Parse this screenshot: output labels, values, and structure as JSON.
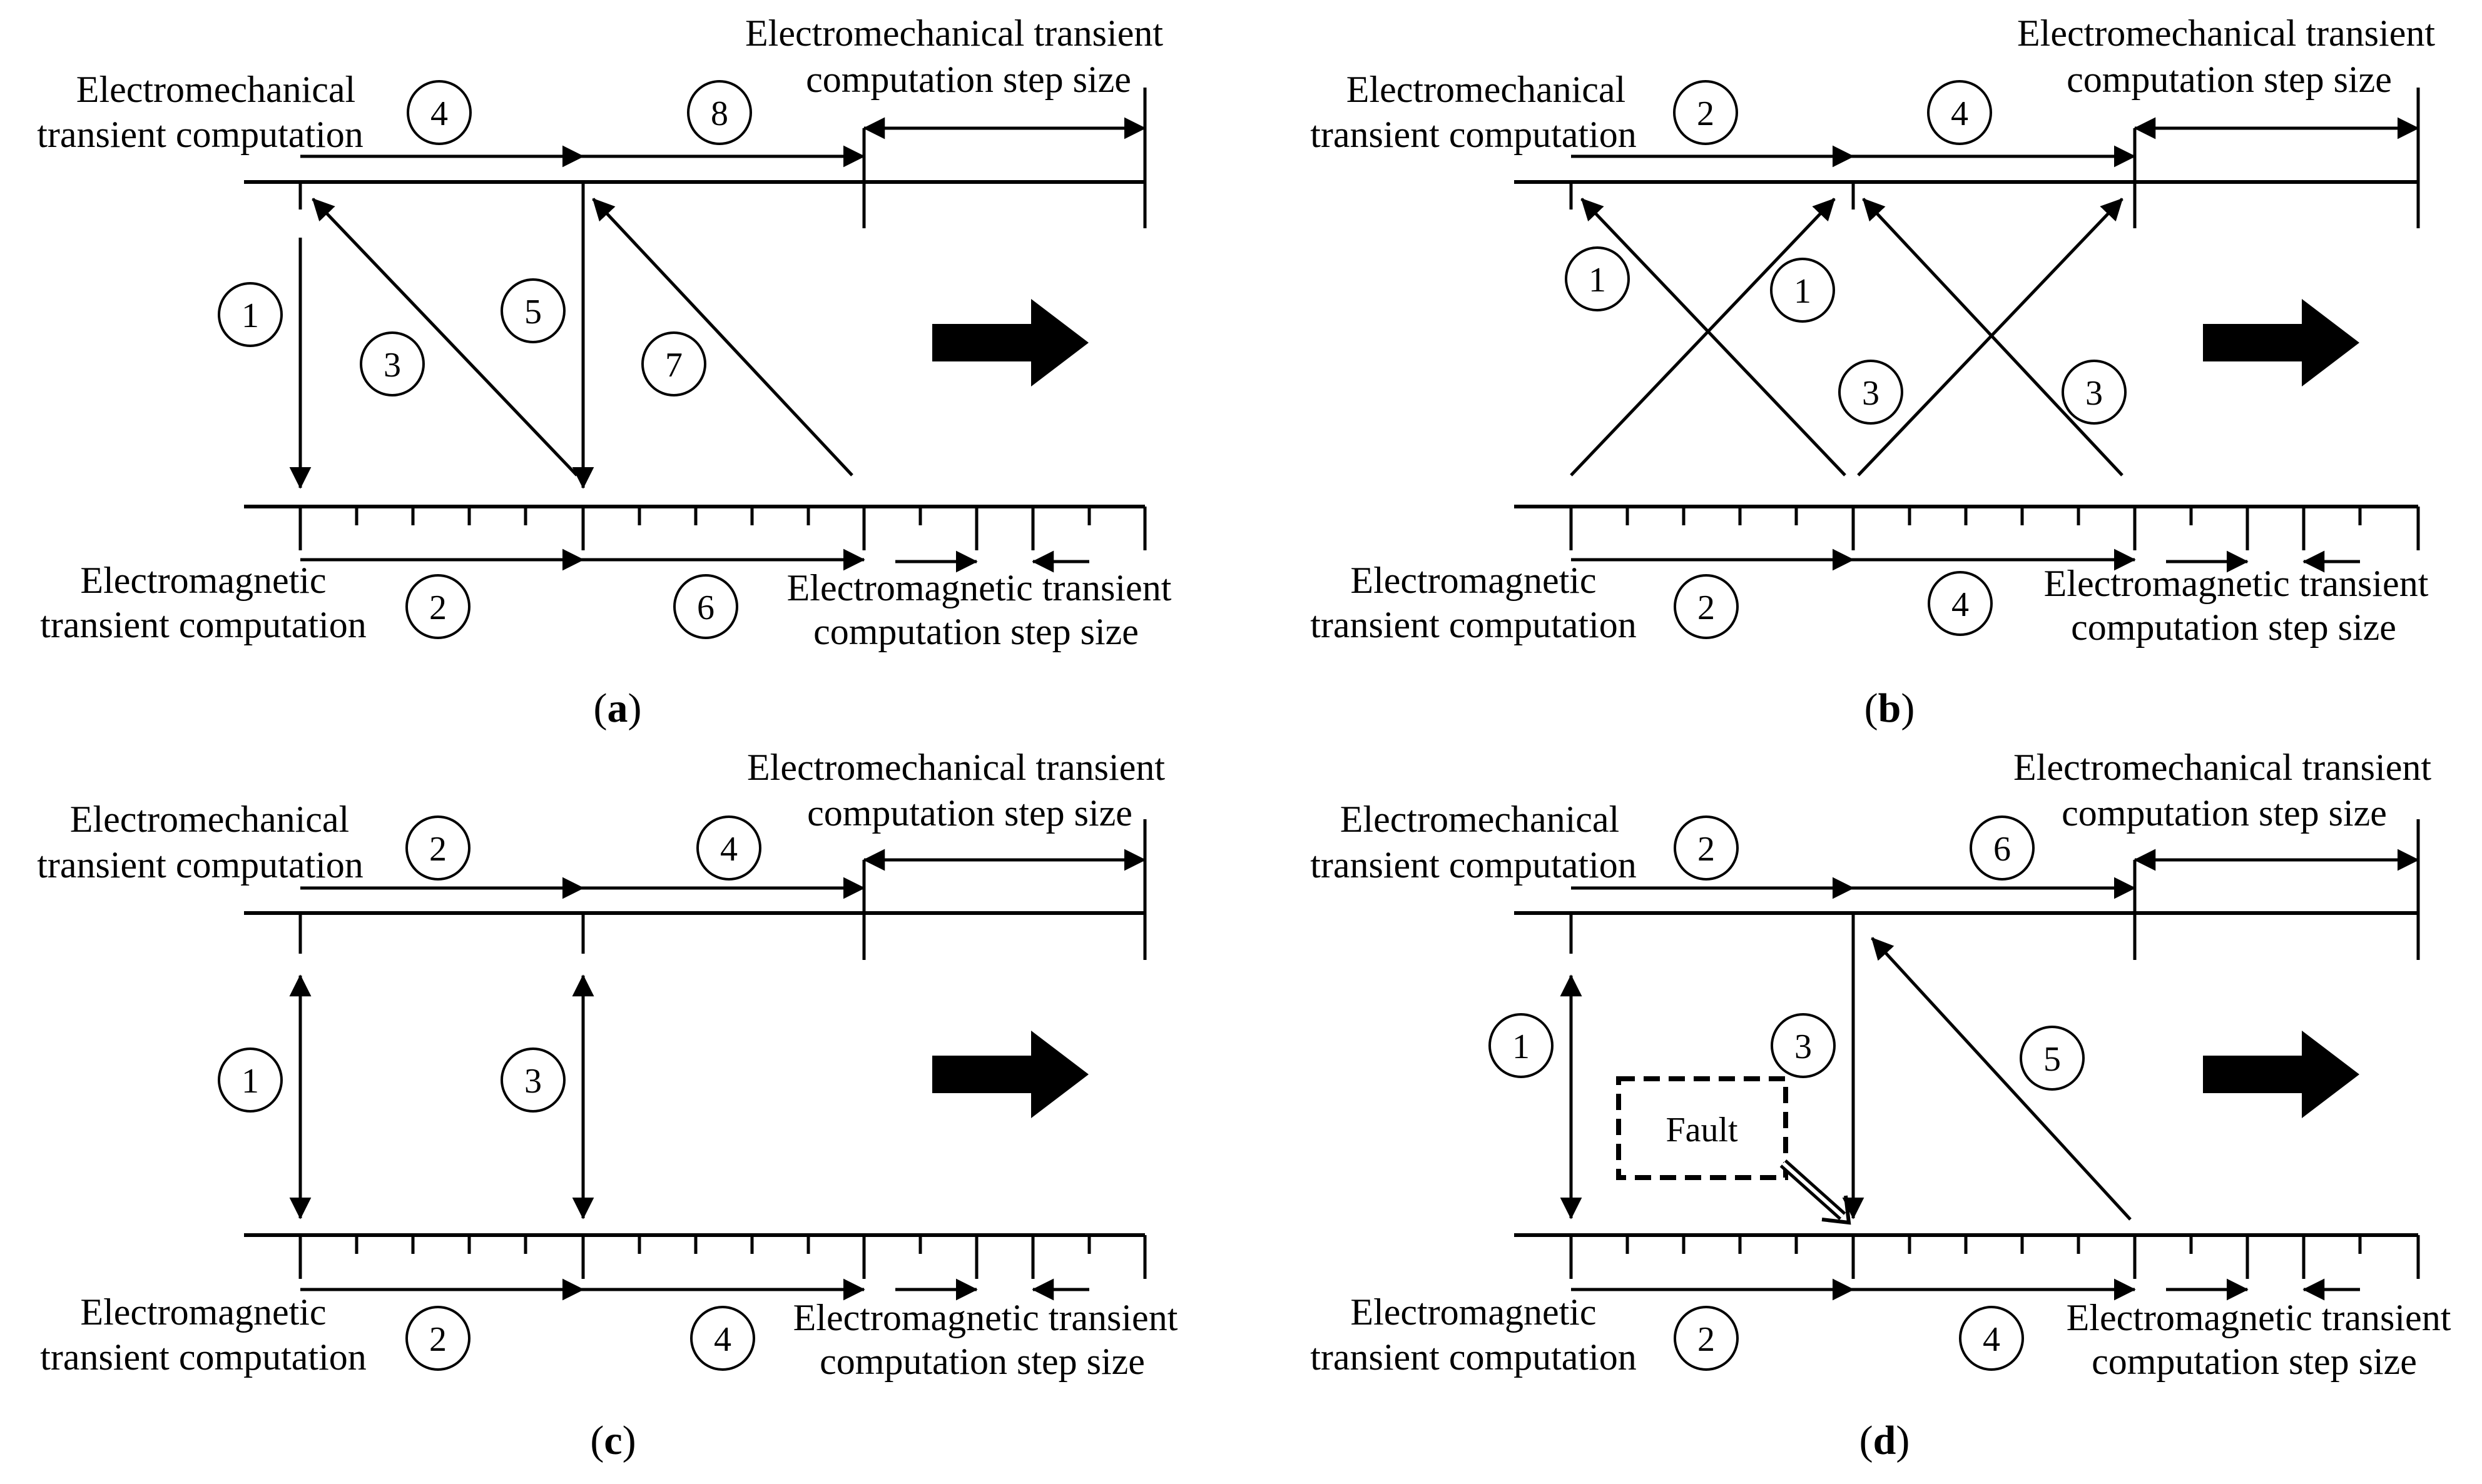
{
  "labels": {
    "em_top_1": "Electromechanical",
    "em_top_2": "transient computation",
    "em_step_1": "Electromechanical transient",
    "em_step_2": "computation step size",
    "emag_bot_1": "Electromagnetic",
    "emag_bot_2": "transient computation",
    "emag_step_1": "Electromagnetic transient",
    "emag_step_2": "computation step size",
    "fault": "Fault"
  },
  "panels": [
    {
      "id": "a",
      "caption_letter": "a",
      "steps": {
        "s1": "1",
        "s2": "2",
        "s3": "3",
        "s4": "4",
        "s5": "5",
        "s6": "6",
        "s7": "7",
        "s8": "8"
      }
    },
    {
      "id": "b",
      "caption_letter": "b",
      "steps": {
        "t2": "2",
        "t4": "4",
        "c1a": "1",
        "c1b": "1",
        "c3a": "3",
        "c3b": "3",
        "b2": "2",
        "b4": "4"
      }
    },
    {
      "id": "c",
      "caption_letter": "c",
      "steps": {
        "t2": "2",
        "t4": "4",
        "v1": "1",
        "v3": "3",
        "b2": "2",
        "b4": "4"
      }
    },
    {
      "id": "d",
      "caption_letter": "d",
      "steps": {
        "t2": "2",
        "t6": "6",
        "v1": "1",
        "v3": "3",
        "v5": "5",
        "b2": "2",
        "b4": "4"
      }
    }
  ],
  "colors": {
    "ink": "#000000",
    "background": "#ffffff"
  },
  "icons": {
    "direction": "right-block-arrow-icon",
    "fault-arrow": "double-stroke-arrow-icon"
  }
}
